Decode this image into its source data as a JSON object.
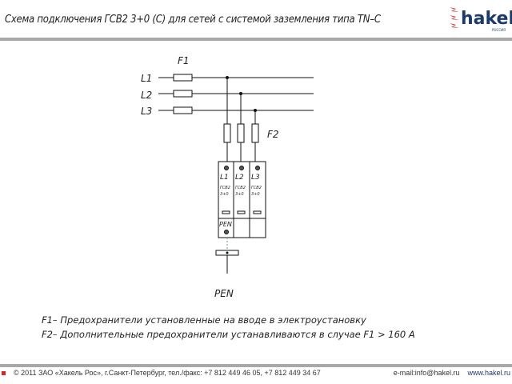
{
  "header": {
    "title": "Схема подключения ГСВ2 3+0 (С) для сетей с системой заземления типа TN–C",
    "logo_text": "hakel",
    "logo_sub": "РОССИЯ"
  },
  "diagram": {
    "lines": [
      "L1",
      "L2",
      "L3"
    ],
    "fuse1": "F1",
    "fuse2": "F2",
    "module": {
      "cols": [
        "L1",
        "L2",
        "L3"
      ],
      "model": "ГСВ2",
      "config": "3+0",
      "pen": "PEN"
    },
    "ground_label": "PEN"
  },
  "notes": [
    "F1– Предохранители установленные на вводе в электроустановку",
    "F2– Дополнительные предохранители устанавливаются в случае F1 > 160 А"
  ],
  "footer": {
    "copyright": "© 2011 ЗАО «Хакель Рос», г.Санкт-Петербург, тел./факс: +7 812 449 46 05, +7 812 449 34 67",
    "email": "e-mail:info@hakel.ru",
    "website": "www.hakel.ru"
  },
  "colors": {
    "accent": "#e2231a",
    "brand": "#1a3a6e"
  }
}
